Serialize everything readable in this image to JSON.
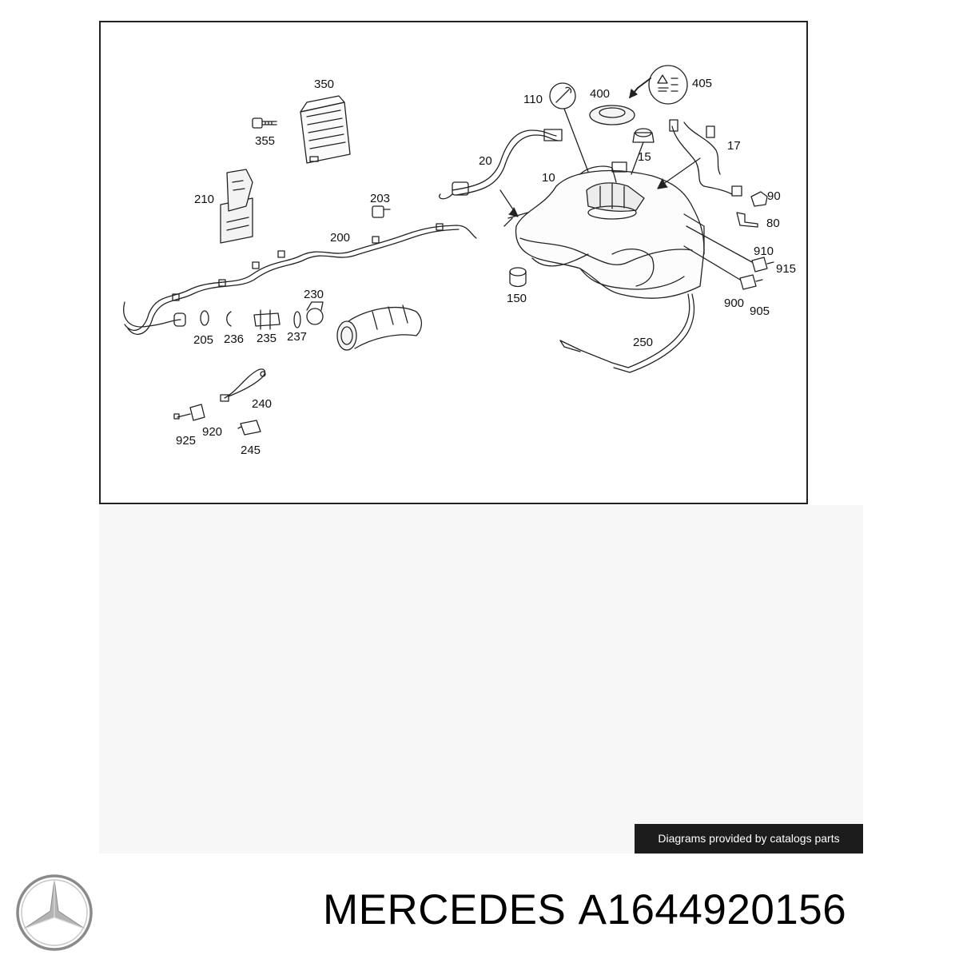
{
  "diagram": {
    "callouts": [
      "350",
      "355",
      "210",
      "203",
      "200",
      "230",
      "205",
      "236",
      "235",
      "237",
      "240",
      "920",
      "925",
      "245",
      "110",
      "400",
      "405",
      "20",
      "10",
      "15",
      "17",
      "90",
      "80",
      "910",
      "915",
      "150",
      "900",
      "905",
      "250"
    ]
  },
  "watermark": {
    "text": "Diagrams provided by catalogs parts"
  },
  "caption": {
    "brand": "MERCEDES",
    "part_number": "A1644920156"
  },
  "logo": {
    "icon": "mercedes-star-icon"
  }
}
